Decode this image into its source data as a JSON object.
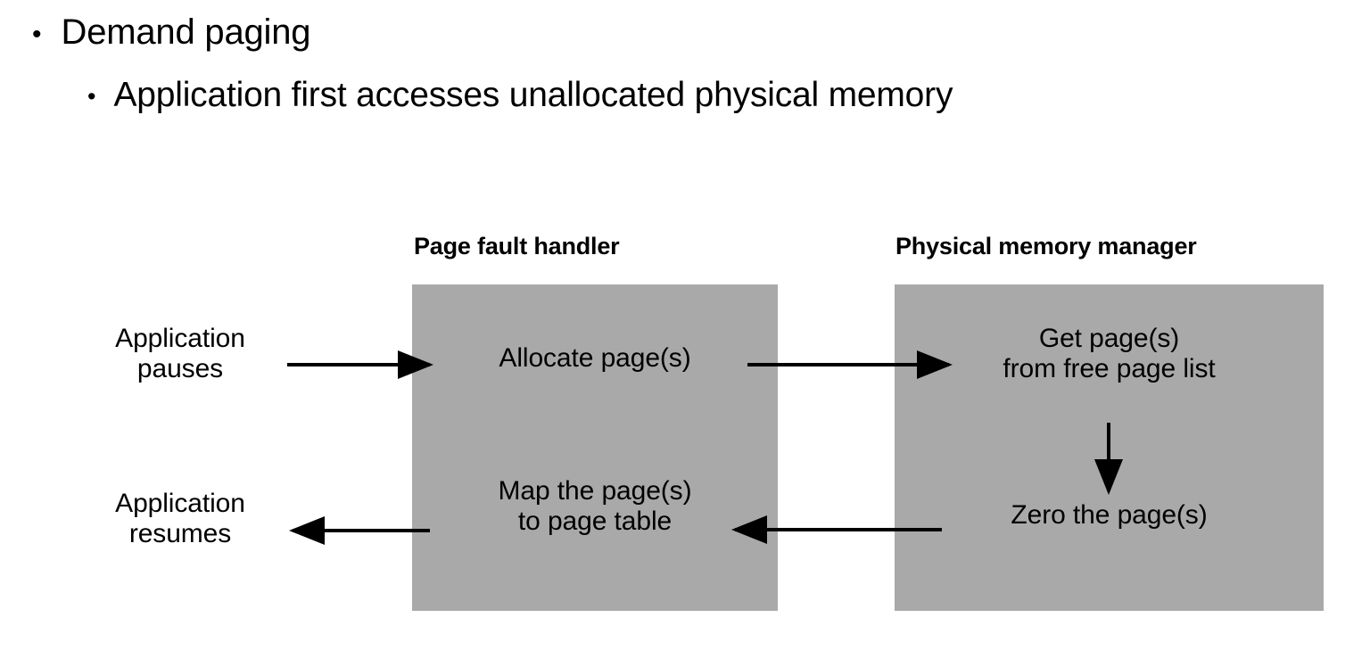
{
  "slide": {
    "bullets": [
      {
        "level": 1,
        "text": "Demand paging",
        "marker": "•"
      },
      {
        "level": 2,
        "text": "Application first accesses unallocated physical memory",
        "marker": "•"
      }
    ],
    "diagram": {
      "columns": [
        {
          "id": "page-fault-handler",
          "header": "Page fault handler"
        },
        {
          "id": "physical-memory-manager",
          "header": "Physical memory manager"
        }
      ],
      "side_labels": [
        {
          "id": "application-pauses",
          "text": "Application\npauses"
        },
        {
          "id": "application-resumes",
          "text": "Application\nresumes"
        }
      ],
      "steps": [
        {
          "id": "allocate-pages",
          "column": "page-fault-handler",
          "text": "Allocate page(s)"
        },
        {
          "id": "get-pages",
          "column": "physical-memory-manager",
          "text": "Get page(s)\nfrom free page list"
        },
        {
          "id": "zero-pages",
          "column": "physical-memory-manager",
          "text": "Zero the page(s)"
        },
        {
          "id": "map-pages",
          "column": "page-fault-handler",
          "text": "Map the page(s)\nto page table"
        }
      ],
      "arrows": [
        {
          "id": "pauses-to-allocate",
          "direction": "right"
        },
        {
          "id": "allocate-to-get",
          "direction": "right"
        },
        {
          "id": "get-to-zero",
          "direction": "down"
        },
        {
          "id": "zero-to-map",
          "direction": "left"
        },
        {
          "id": "map-to-resumes",
          "direction": "left"
        }
      ],
      "colors": {
        "box_fill": "#a9a9a9",
        "text": "#000000",
        "background": "#ffffff",
        "arrow": "#000000"
      }
    }
  }
}
